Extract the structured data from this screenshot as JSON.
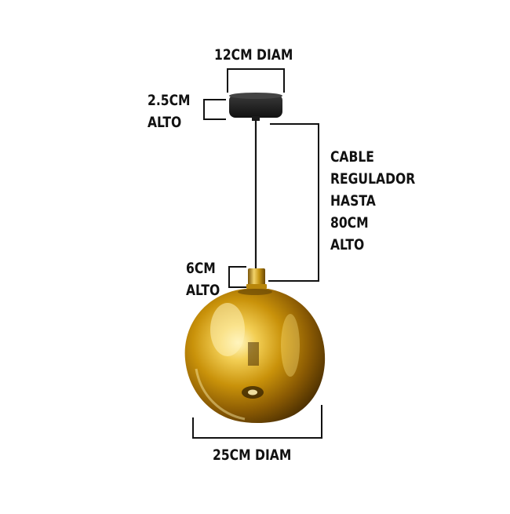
{
  "labels": {
    "canopy_diameter": "12CM DIAM",
    "canopy_height": [
      "2.5CM",
      "ALTO"
    ],
    "cable_length": [
      "CABLE",
      "REGULADOR",
      "HASTA",
      "80CM",
      "ALTO"
    ],
    "socket_height": [
      "6CM",
      "ALTO"
    ],
    "globe_diameter": "25CM DIAM"
  },
  "colors": {
    "background": "#ffffff",
    "ink": "#111111",
    "gold_light": "#f6e27a",
    "gold_mid": "#c9920a",
    "gold_dark": "#5a3a02",
    "canopy": "#1b1b1b",
    "cable": "#151515"
  }
}
